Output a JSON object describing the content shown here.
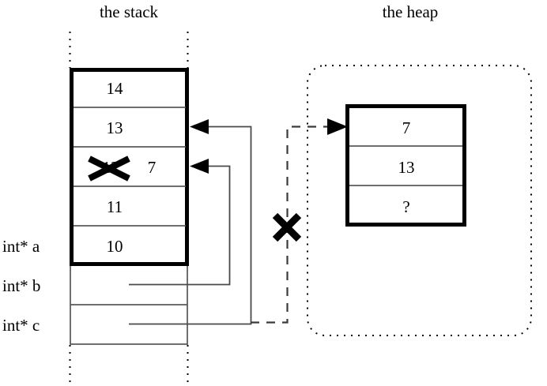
{
  "diagram": {
    "title_stack": "the stack",
    "title_heap": "the heap",
    "stack": {
      "frame_cells": [
        {
          "value": "14"
        },
        {
          "value": "13"
        },
        {
          "value": "7",
          "struck_value": "12",
          "struck": true
        },
        {
          "value": "11"
        },
        {
          "value": "10"
        }
      ],
      "pointer_rows": [
        {
          "label": "int* a"
        },
        {
          "label": "int* b"
        },
        {
          "label": "int* c"
        }
      ]
    },
    "heap": {
      "cells": [
        {
          "value": "7"
        },
        {
          "value": "13"
        },
        {
          "value": "?"
        }
      ]
    },
    "marks": {
      "invalid_pointer": "✕",
      "struck_cell": "✕"
    },
    "colors": {
      "ink": "#000000",
      "thin_rule": "#4a4a4a",
      "background": "#ffffff"
    }
  }
}
